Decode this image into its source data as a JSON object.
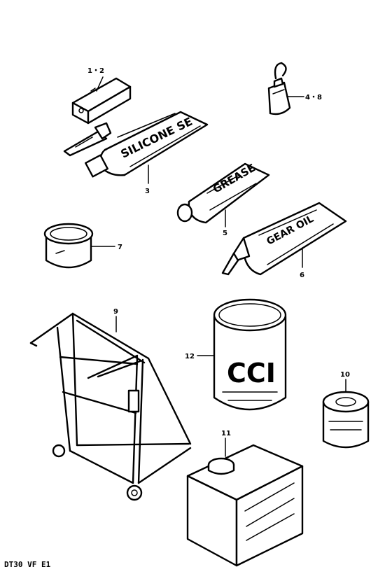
{
  "callouts": {
    "c1": "1・2",
    "c2": "4・8",
    "c3": "3",
    "c4": "5",
    "c5": "7",
    "c6": "6",
    "c7": "9",
    "c8": "12",
    "c9": "10",
    "c10": "11"
  },
  "tube_labels": {
    "silicone": "SILICONE SE",
    "grease": "GREASE",
    "gear_oil": "GEAR OIL",
    "can": "CCI"
  },
  "footer": {
    "code": "DT30 VF E1"
  }
}
